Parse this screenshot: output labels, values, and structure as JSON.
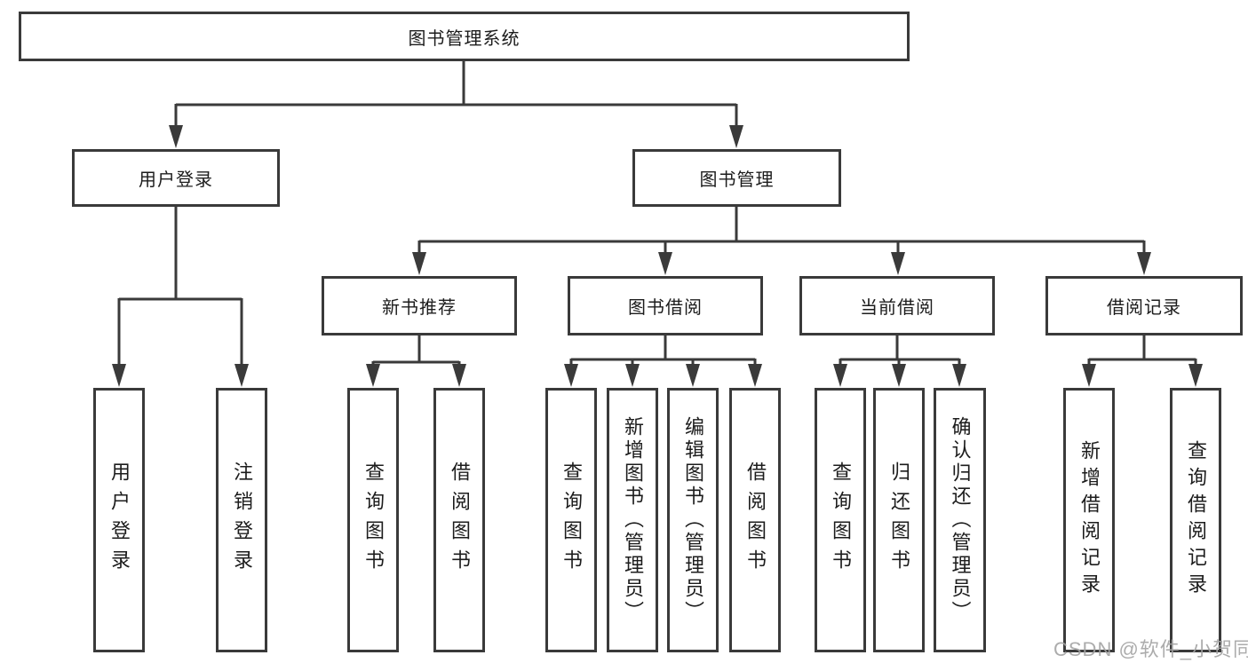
{
  "root": {
    "label": "图书管理系统"
  },
  "level2": {
    "user_login": "用户登录",
    "book_management": "图书管理"
  },
  "level3": {
    "new_book_recommend": "新书推荐",
    "book_borrow": "图书借阅",
    "current_borrow": "当前借阅",
    "borrow_records": "借阅记录"
  },
  "leaves": {
    "user_login": "用户登录",
    "logout": "注销登录",
    "rec_query_books": "查询图书",
    "rec_borrow_books": "借阅图书",
    "borrow_query_books": "查询图书",
    "borrow_add_books_admin": "新增图书（管理员）",
    "borrow_edit_books_admin": "编辑图书（管理员）",
    "borrow_borrow_books": "借阅图书",
    "current_query_books": "查询图书",
    "current_return_books": "归还图书",
    "current_confirm_return_admin": "确认归还（管理员）",
    "records_add_record": "新增借阅记录",
    "records_query_record": "查询借阅记录"
  },
  "watermark": "CSDN @软件_小贺同学"
}
